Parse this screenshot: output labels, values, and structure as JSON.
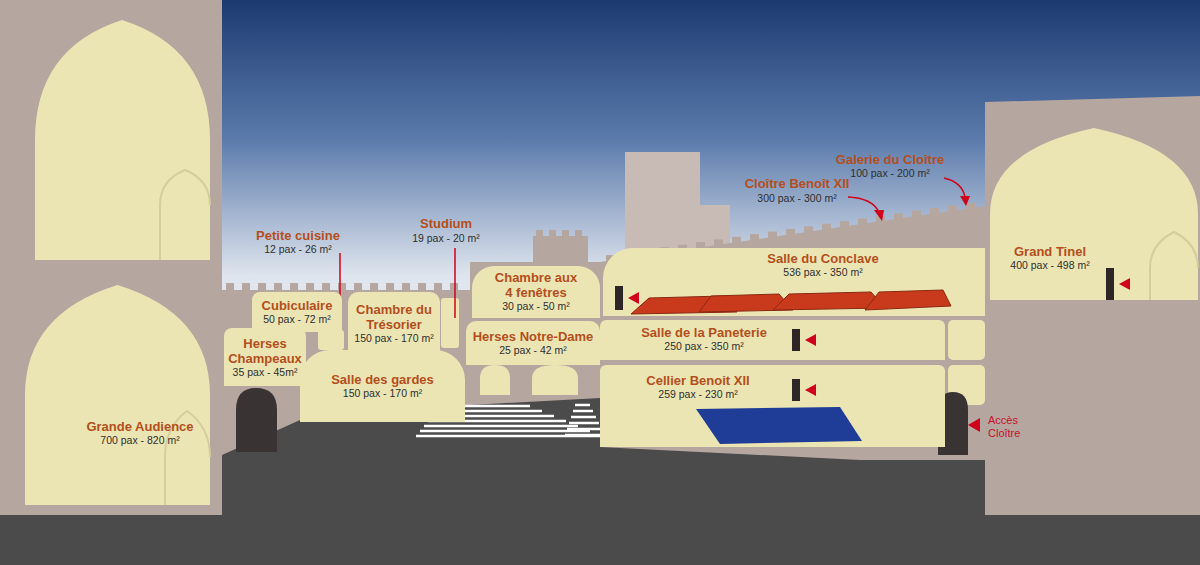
{
  "diagram": {
    "nodes": [
      {
        "text": [
          "Grande Audience",
          "700 pax - 820 m²"
        ]
      },
      {
        "text": [
          "Herses Champeaux",
          "35 pax - 45m²"
        ]
      },
      {
        "text": [
          "Cubiculaire",
          "50 pax - 72 m²"
        ]
      },
      {
        "text": [
          "Chambre du Trésorier",
          "150 pax - 170 m²"
        ]
      },
      {
        "text": [
          "Chambre aux 4 fenêtres",
          "30 pax - 50 m²"
        ]
      },
      {
        "text": [
          "Herses Notre-Dame",
          "25 pax - 42 m²"
        ]
      },
      {
        "text": [
          "Salle des gardes",
          "150 pax - 170 m²"
        ]
      },
      {
        "text": [
          "Salle du Conclave",
          "536 pax - 350 m²"
        ]
      },
      {
        "text": [
          "Salle de la Paneterie",
          "250 pax - 350 m²"
        ]
      },
      {
        "text": [
          "Cellier Benoit XII",
          "259 pax - 230 m²"
        ]
      },
      {
        "text": [
          "Grand Tinel",
          "400 pax - 498 m²"
        ]
      }
    ],
    "labels": [
      "Petite cuisine",
      "12 pax - 26 m²",
      "Studium",
      "19 pax - 20 m²",
      "Cloître Benoît XII",
      "300 pax - 300 m²",
      "Galerie du Cloître",
      "100 pax - 200 m²",
      "Accès Cloître"
    ]
  }
}
